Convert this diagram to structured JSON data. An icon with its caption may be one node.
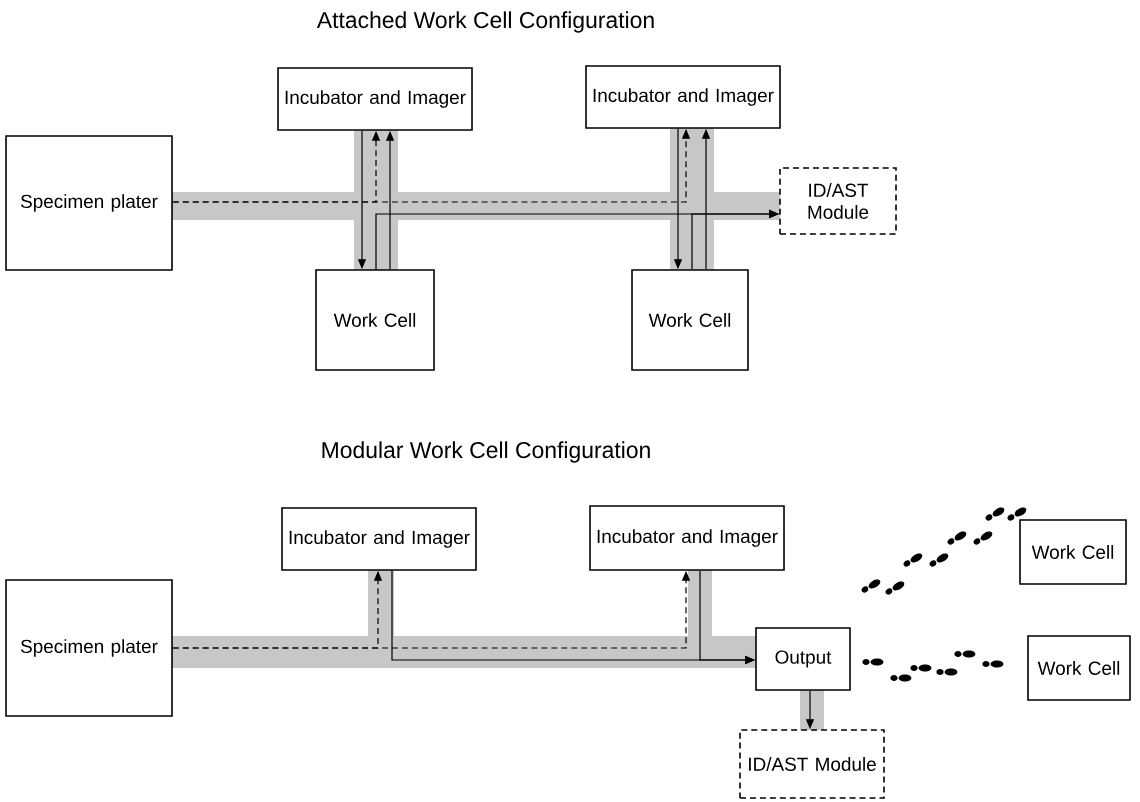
{
  "diagram": {
    "nodes": [
      {
        "text": [
          "Specimen plater"
        ]
      },
      {
        "text": [
          "Incubator and Imager"
        ]
      },
      {
        "text": [
          "Incubator and Imager"
        ]
      },
      {
        "text": [
          "ID/AST Module"
        ]
      },
      {
        "text": [
          "Work Cell"
        ]
      },
      {
        "text": [
          "Work Cell"
        ]
      },
      {
        "text": [
          "Specimen plater"
        ]
      },
      {
        "text": [
          "Incubator and Imager"
        ]
      },
      {
        "text": [
          "Incubator and Imager"
        ]
      },
      {
        "text": [
          "Output"
        ]
      },
      {
        "text": [
          "ID/AST Module"
        ]
      },
      {
        "text": [
          "Work Cell"
        ]
      },
      {
        "text": [
          "Work Cell"
        ]
      }
    ],
    "edges": [
      {
        "from": 0,
        "to": 1,
        "arrow": "to",
        "style": "dashed"
      },
      {
        "from": 0,
        "to": 2,
        "arrow": "to",
        "style": "dashed"
      },
      {
        "from": 1,
        "to": 4,
        "arrow": "to"
      },
      {
        "from": 4,
        "to": 1,
        "arrow": "to"
      },
      {
        "from": 4,
        "to": 3,
        "arrow": "to"
      },
      {
        "from": 2,
        "to": 5,
        "arrow": "to"
      },
      {
        "from": 5,
        "to": 2,
        "arrow": "to"
      },
      {
        "from": 5,
        "to": 3,
        "arrow": "to"
      },
      {
        "from": 6,
        "to": 7,
        "arrow": "to",
        "style": "dashed"
      },
      {
        "from": 6,
        "to": 8,
        "arrow": "to",
        "style": "dashed"
      },
      {
        "from": 7,
        "to": 9,
        "arrow": "to"
      },
      {
        "from": 8,
        "to": 9,
        "arrow": "to"
      },
      {
        "from": 9,
        "to": 10,
        "arrow": "to"
      }
    ],
    "labels": [
      "Attached Work Cell Configuration",
      "Modular Work Cell Configuration"
    ]
  }
}
